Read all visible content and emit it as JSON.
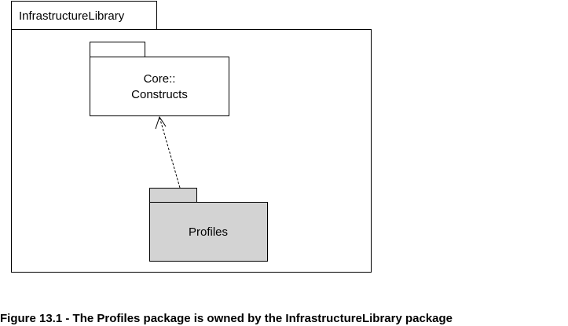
{
  "diagram": {
    "outer_package": {
      "name": "InfrastructureLibrary"
    },
    "packages": [
      {
        "name_line1": "Core::",
        "name_line2": "Constructs",
        "fill": "#ffffff"
      },
      {
        "name": "Profiles",
        "fill": "#d3d3d3"
      }
    ],
    "relationship": {
      "type": "dependency",
      "line_style": "dashed",
      "from": "Profiles",
      "to": "Core::Constructs"
    }
  },
  "caption": "Figure 13.1  - The Profiles package is owned by the InfrastructureLibrary package"
}
